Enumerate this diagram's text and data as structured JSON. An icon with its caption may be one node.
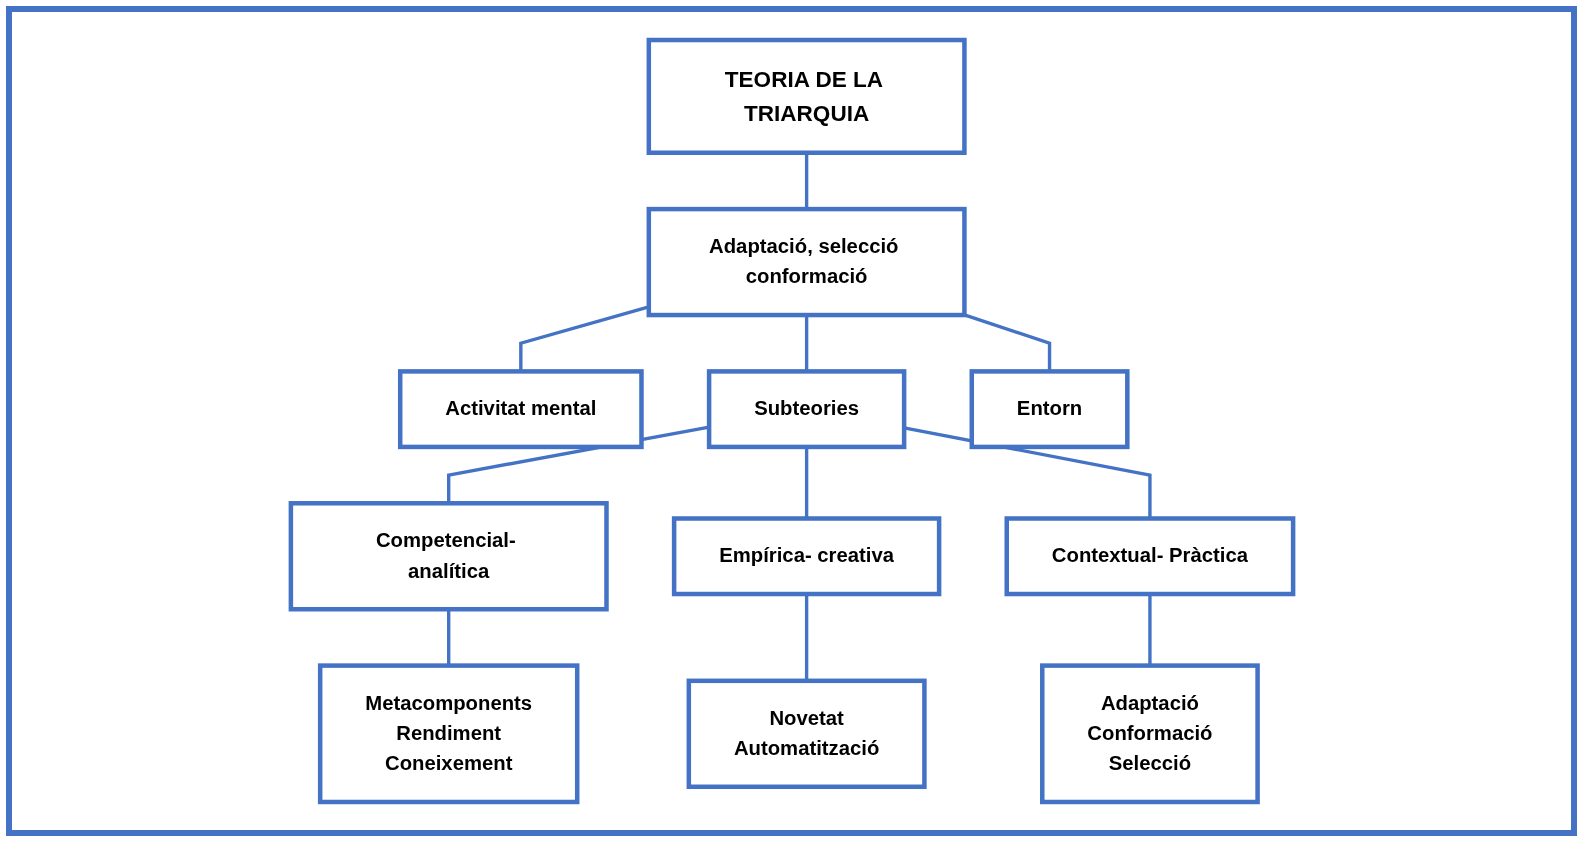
{
  "diagram": {
    "nodes": [
      {
        "text": [
          "TEORIA DE LA TRIARQUIA"
        ]
      },
      {
        "text": [
          "Activitat mental"
        ]
      },
      {
        "text": [
          "Adaptació, selecció conformació"
        ]
      },
      {
        "text": [
          "Entorn"
        ]
      },
      {
        "text": [
          "Subteories"
        ]
      },
      {
        "text": [
          "Competencial- analítica"
        ]
      },
      {
        "text": [
          "Empírica- creativa"
        ]
      },
      {
        "text": [
          "Contextual- Pràctica"
        ]
      },
      {
        "text": [
          "Metacomponents",
          "Rendiment",
          "Coneixement"
        ]
      },
      {
        "text": [
          "Novetat",
          "Automatització"
        ]
      },
      {
        "text": [
          "Adaptació",
          "Conformació",
          "Selecció"
        ]
      }
    ],
    "edges": [
      {
        "from": 0,
        "to": 2,
        "arrow": "none"
      },
      {
        "from": 2,
        "to": 1,
        "arrow": "none"
      },
      {
        "from": 2,
        "to": 4,
        "arrow": "none"
      },
      {
        "from": 2,
        "to": 3,
        "arrow": "none"
      },
      {
        "from": 4,
        "to": 5,
        "arrow": "none"
      },
      {
        "from": 4,
        "to": 6,
        "arrow": "none"
      },
      {
        "from": 4,
        "to": 7,
        "arrow": "none"
      },
      {
        "from": 5,
        "to": 8,
        "arrow": "none"
      },
      {
        "from": 6,
        "to": 9,
        "arrow": "none"
      },
      {
        "from": 7,
        "to": 10,
        "arrow": "none"
      }
    ]
  }
}
